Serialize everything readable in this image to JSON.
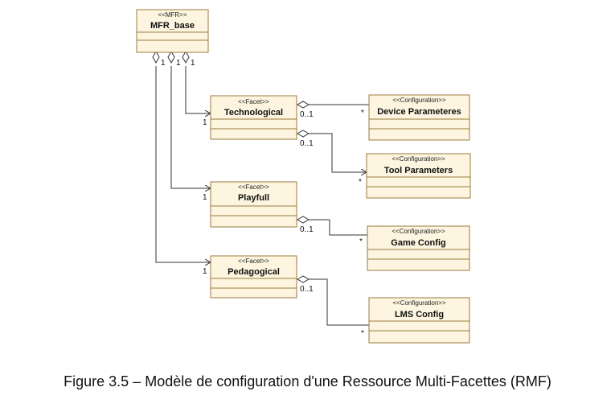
{
  "classes": {
    "mfr_base": {
      "stereotype": "<<MFR>>",
      "name": "MFR_base"
    },
    "technological": {
      "stereotype": "<<Facet>>",
      "name": "Technological"
    },
    "playfull": {
      "stereotype": "<<Facet>>",
      "name": "Playfull"
    },
    "pedagogical": {
      "stereotype": "<<Facet>>",
      "name": "Pedagogical"
    },
    "device_parameters": {
      "stereotype": "<<Configuration>>",
      "name": "Device Parameteres"
    },
    "tool_parameters": {
      "stereotype": "<<Configuration>>",
      "name": "Tool Parameters"
    },
    "game_config": {
      "stereotype": "<<Configuration>>",
      "name": "Game Config"
    },
    "lms_config": {
      "stereotype": "<<Configuration>>",
      "name": "LMS Config"
    }
  },
  "multiplicities": {
    "mfr_one": "1",
    "facet_one": "1",
    "zero_one": "0..1",
    "many": "*"
  },
  "caption": "Figure 3.5 – Modèle de configuration d'une Ressource Multi-Facettes (RMF)"
}
